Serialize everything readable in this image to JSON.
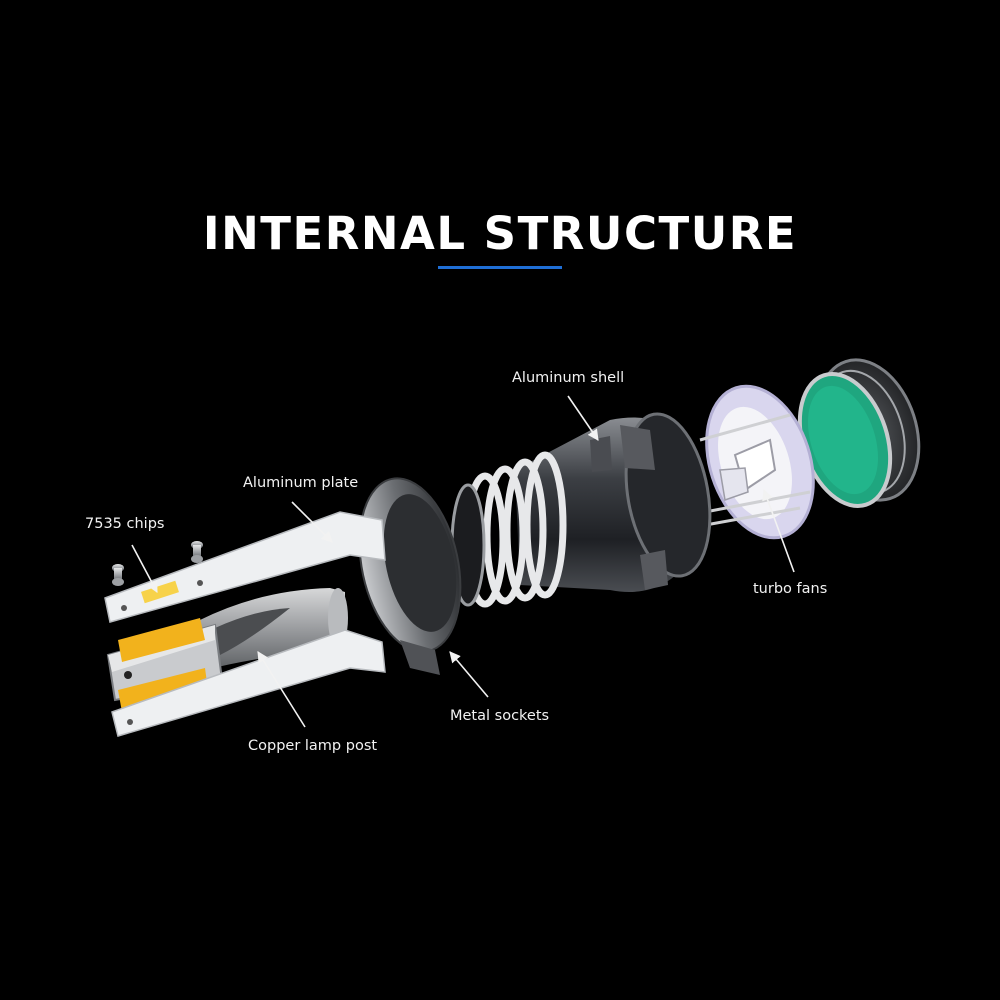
{
  "title": "INTERNAL STRUCTURE",
  "colors": {
    "background": "#000000",
    "accent_underline": "#1f6fd6",
    "chip_yellow": "#f2b21c",
    "pcb_green": "#1fa67f",
    "fan_lavender": "#d9d6ee"
  },
  "labels": {
    "aluminum_shell": "Aluminum shell",
    "aluminum_plate": "Aluminum plate",
    "chips": "7535 chips",
    "turbo_fans": "turbo fans",
    "metal_sockets": "Metal sockets",
    "copper_lamp_post": "Copper lamp post"
  }
}
